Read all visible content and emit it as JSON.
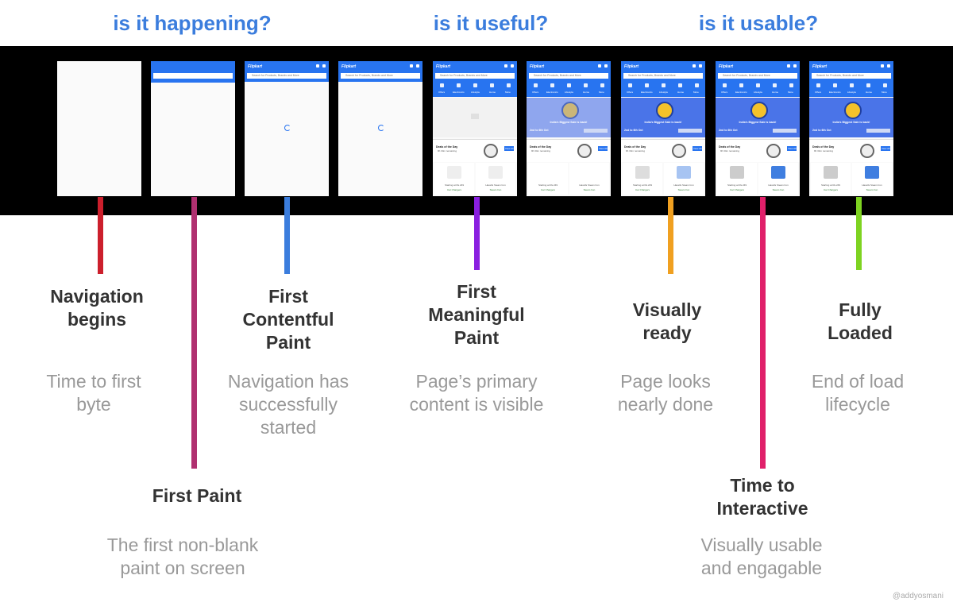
{
  "questions": [
    "is it happening?",
    "is it useful?",
    "is it usable?"
  ],
  "app": {
    "logo": "Flipkart",
    "search_placeholder": "Search for Products, Brands and More",
    "nav": [
      "Offers",
      "Electronics",
      "Lifestyle",
      "Home",
      "More"
    ],
    "banner": "India's Biggest Sale is back!",
    "dates": "2nd to 6th Oct",
    "deals_title": "Deals of the Day",
    "deals_sub": "9h 34m remaining",
    "view_all": "View All",
    "products": [
      {
        "price": "Starting at Rs.249",
        "name": "Car Chargers"
      },
      {
        "price": "Havells Steam Iron",
        "name": "Steam Iron"
      }
    ]
  },
  "milestones": [
    {
      "label": "Navigation begins",
      "desc": "Time to first byte",
      "color": "#cc1f2c"
    },
    {
      "label": "First Paint",
      "desc": "The first non-blank paint on screen",
      "color": "#b03070"
    },
    {
      "label": "First Contentful Paint",
      "desc": "Navigation has successfully started",
      "color": "#3b7ddd"
    },
    {
      "label": "First Meaningful Paint",
      "desc": "Page’s primary content is visible",
      "color": "#8a1fe0"
    },
    {
      "label": "Visually ready",
      "desc": "Page looks nearly done",
      "color": "#f0a020"
    },
    {
      "label": "Time to Interactive",
      "desc": "Visually usable and engagable",
      "color": "#e0206a"
    },
    {
      "label": "Fully Loaded",
      "desc": "End of load lifecycle",
      "color": "#7ed321"
    }
  ],
  "credit": "@addyosmani"
}
